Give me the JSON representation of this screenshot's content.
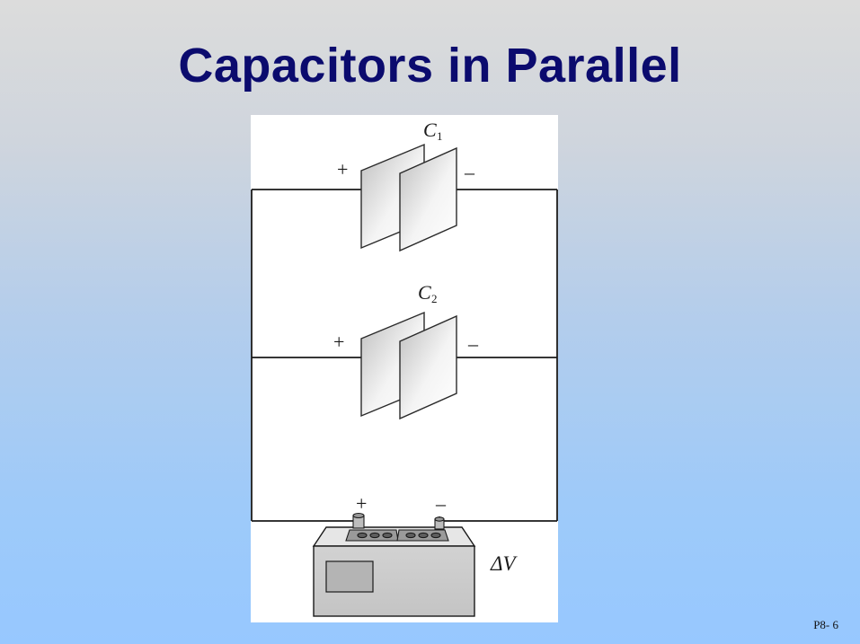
{
  "slide": {
    "title": "Capacitors in Parallel",
    "number": "P8- 6"
  },
  "diagram": {
    "capacitor_1": {
      "label": "C",
      "subscript": "1",
      "plus": "+",
      "minus": "–"
    },
    "capacitor_2": {
      "label": "C",
      "subscript": "2",
      "plus": "+",
      "minus": "–"
    },
    "battery": {
      "label": "ΔV",
      "plus": "+",
      "minus": "–"
    }
  }
}
